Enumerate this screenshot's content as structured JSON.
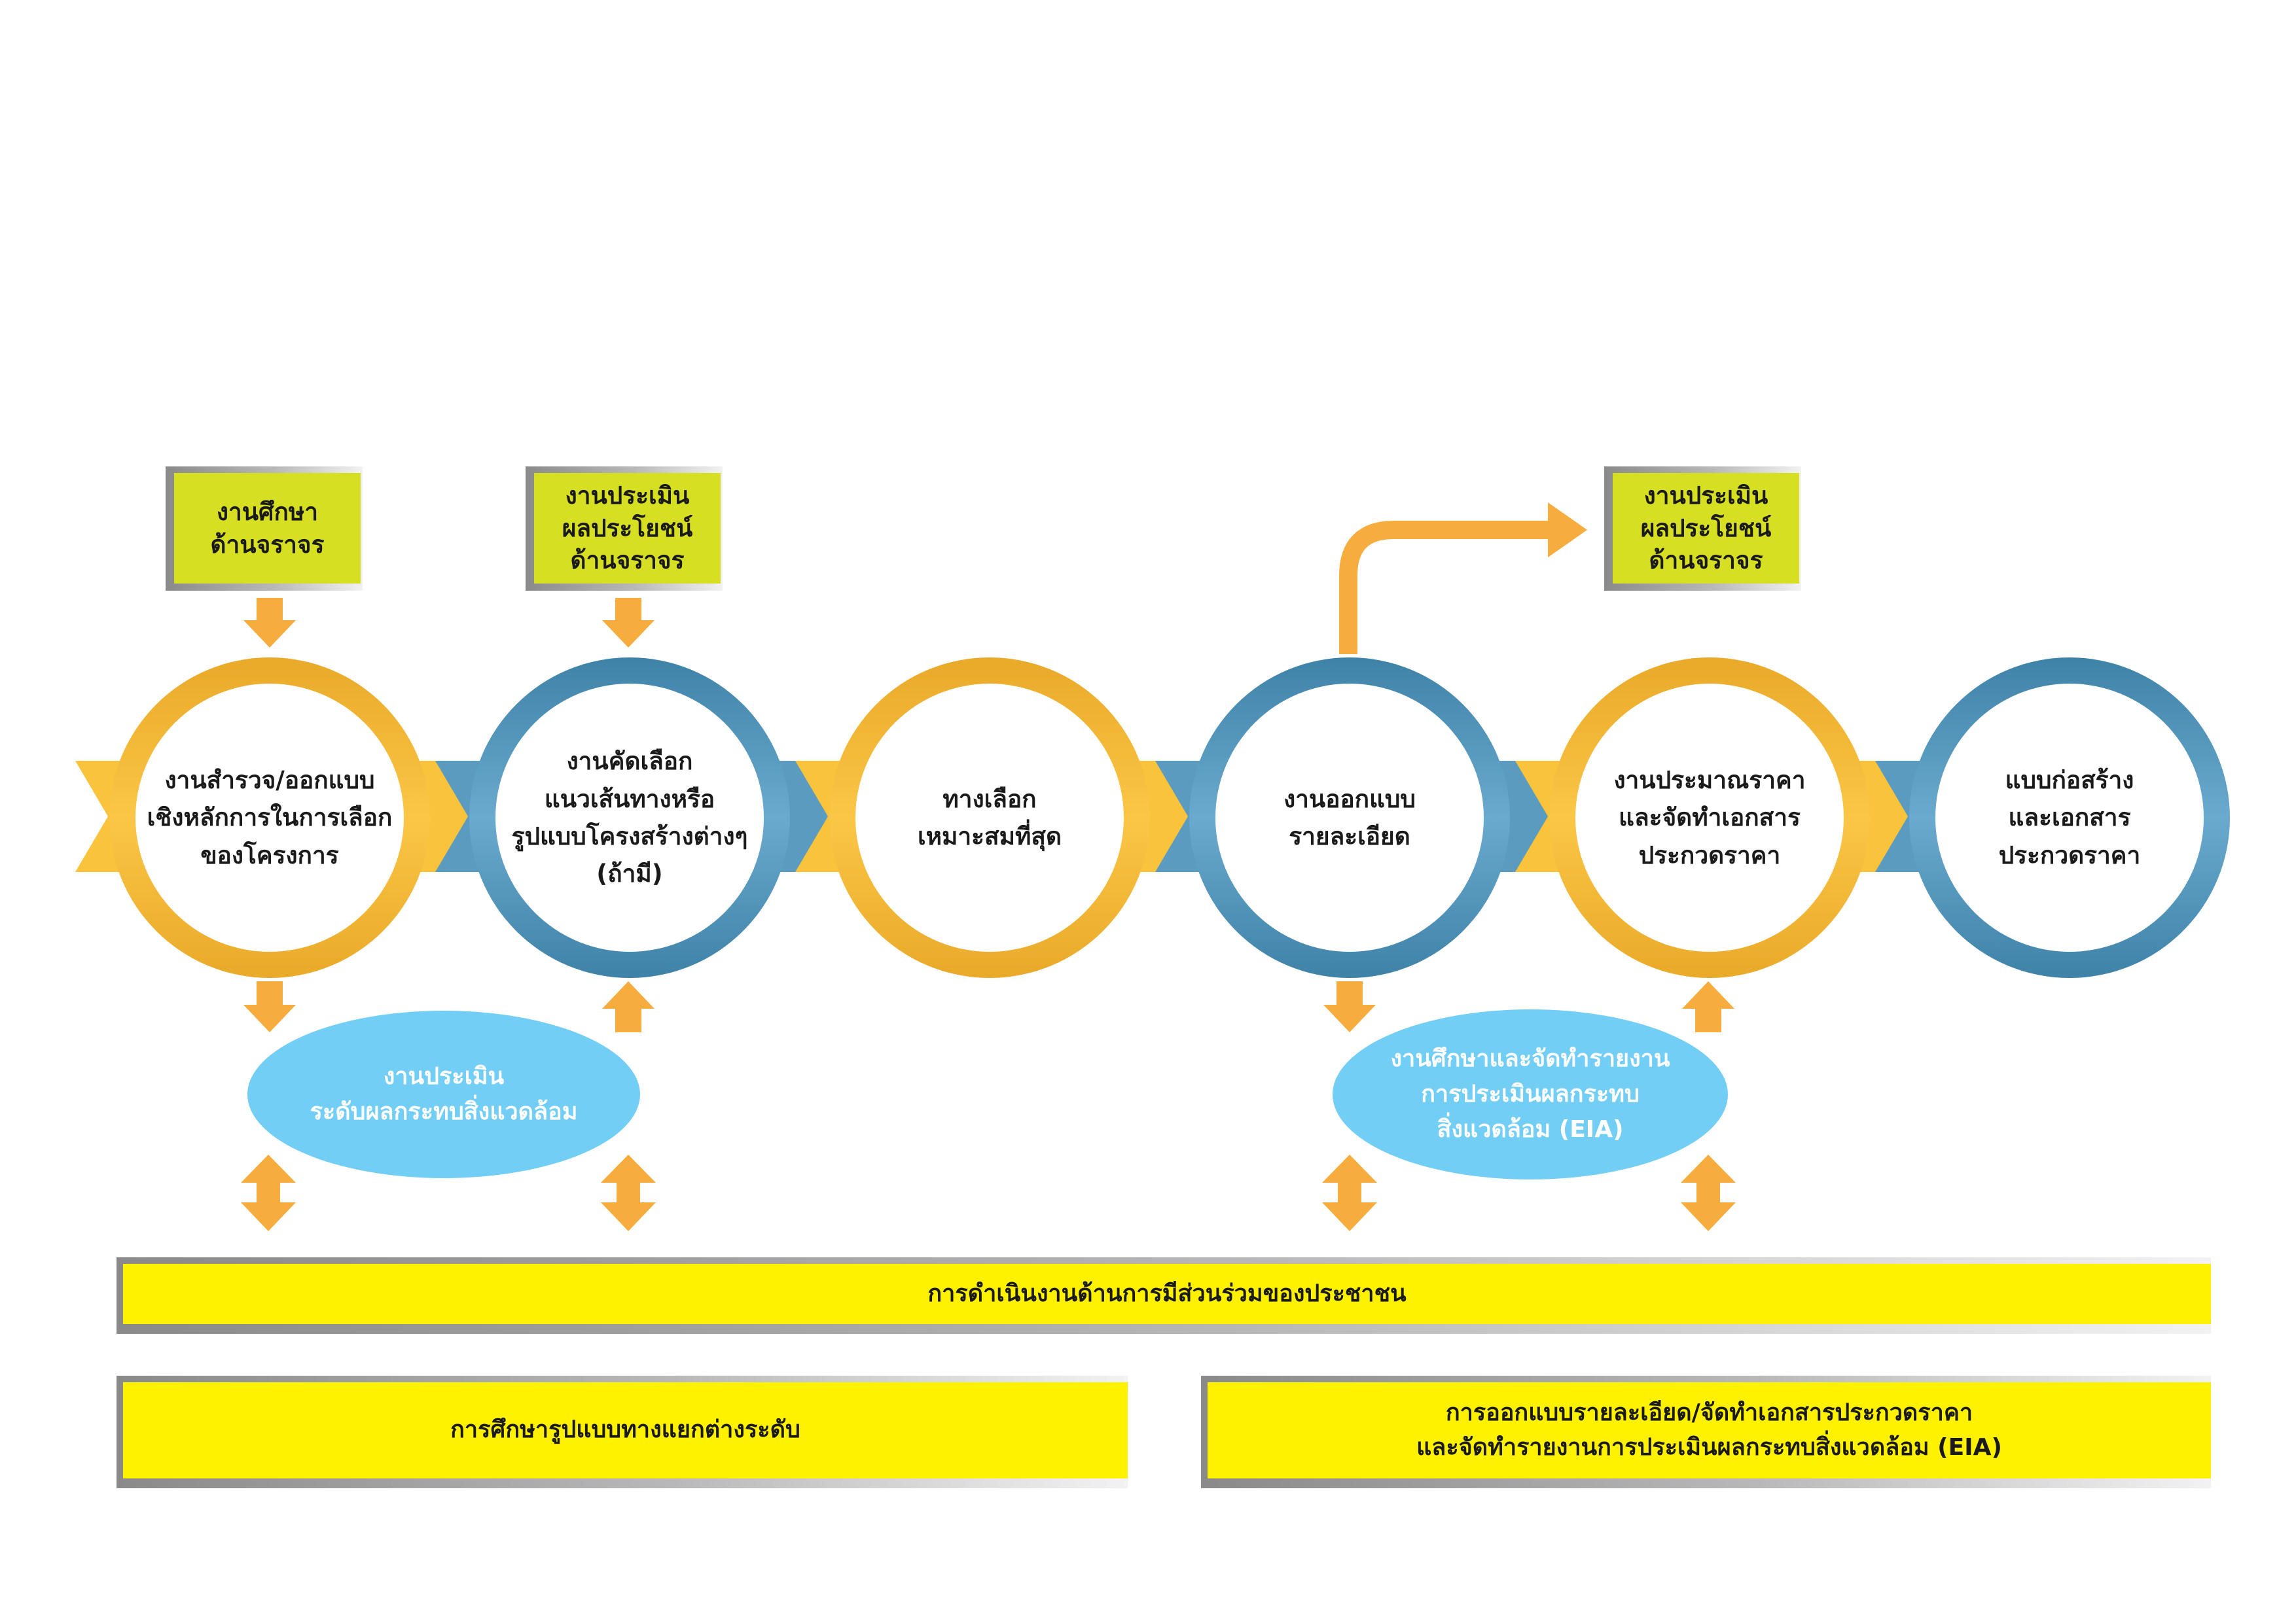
{
  "top_boxes": [
    {
      "lines": [
        "งานศึกษา",
        "ด้านจราจร"
      ]
    },
    {
      "lines": [
        "งานประเมิน",
        "ผลประโยชน์",
        "ด้านจราจร"
      ]
    },
    {
      "lines": [
        "งานประเมิน",
        "ผลประโยชน์",
        "ด้านจราจร"
      ]
    }
  ],
  "steps": [
    {
      "lines": [
        "งานสำรวจ/ออกแบบ",
        "เชิงหลักการในการเลือก",
        "ของโครงการ"
      ],
      "ring": "yellow"
    },
    {
      "lines": [
        "งานคัดเลือก",
        "แนวเส้นทางหรือ",
        "รูปแบบโครงสร้างต่างๆ",
        "(ถ้ามี)"
      ],
      "ring": "blue"
    },
    {
      "lines": [
        "ทางเลือก",
        "เหมาะสมที่สุด"
      ],
      "ring": "yellow"
    },
    {
      "lines": [
        "งานออกแบบ",
        "รายละเอียด"
      ],
      "ring": "blue"
    },
    {
      "lines": [
        "งานประมาณราคา",
        "และจัดทำเอกสาร",
        "ประกวดราคา"
      ],
      "ring": "yellow"
    },
    {
      "lines": [
        "แบบก่อสร้าง",
        "และเอกสาร",
        "ประกวดราคา"
      ],
      "ring": "blue"
    }
  ],
  "ellipses": [
    {
      "lines": [
        "งานประเมิน",
        "ระดับผลกระทบสิ่งแวดล้อม"
      ]
    },
    {
      "lines": [
        "งานศึกษาและจัดทำรายงาน",
        "การประเมินผลกระทบ",
        "สิ่งแวดล้อม (EIA)"
      ]
    }
  ],
  "bars": {
    "participation": {
      "lines": [
        "การดำเนินงานด้านการมีส่วนร่วมของประชาชน"
      ]
    },
    "phase1": {
      "lines": [
        "การศึกษารูปแบบทางแยกต่างระดับ"
      ]
    },
    "phase2": {
      "lines": [
        "การออกแบบรายละเอียด/จัดทำเอกสารประกวดราคา",
        "และจัดทำรายงานการประเมินผลกระทบสิ่งแวดล้อม (EIA)"
      ]
    }
  },
  "colors": {
    "yellow_ring": "#f9c33c",
    "blue_ring": "#5b9bbf",
    "orange_arrow": "#f7ac3e",
    "lime_box": "#d6df22",
    "yellow_bar": "#fff200",
    "ellipse_fill": "#73cef5",
    "frame_gray": "#8a8a8a"
  }
}
